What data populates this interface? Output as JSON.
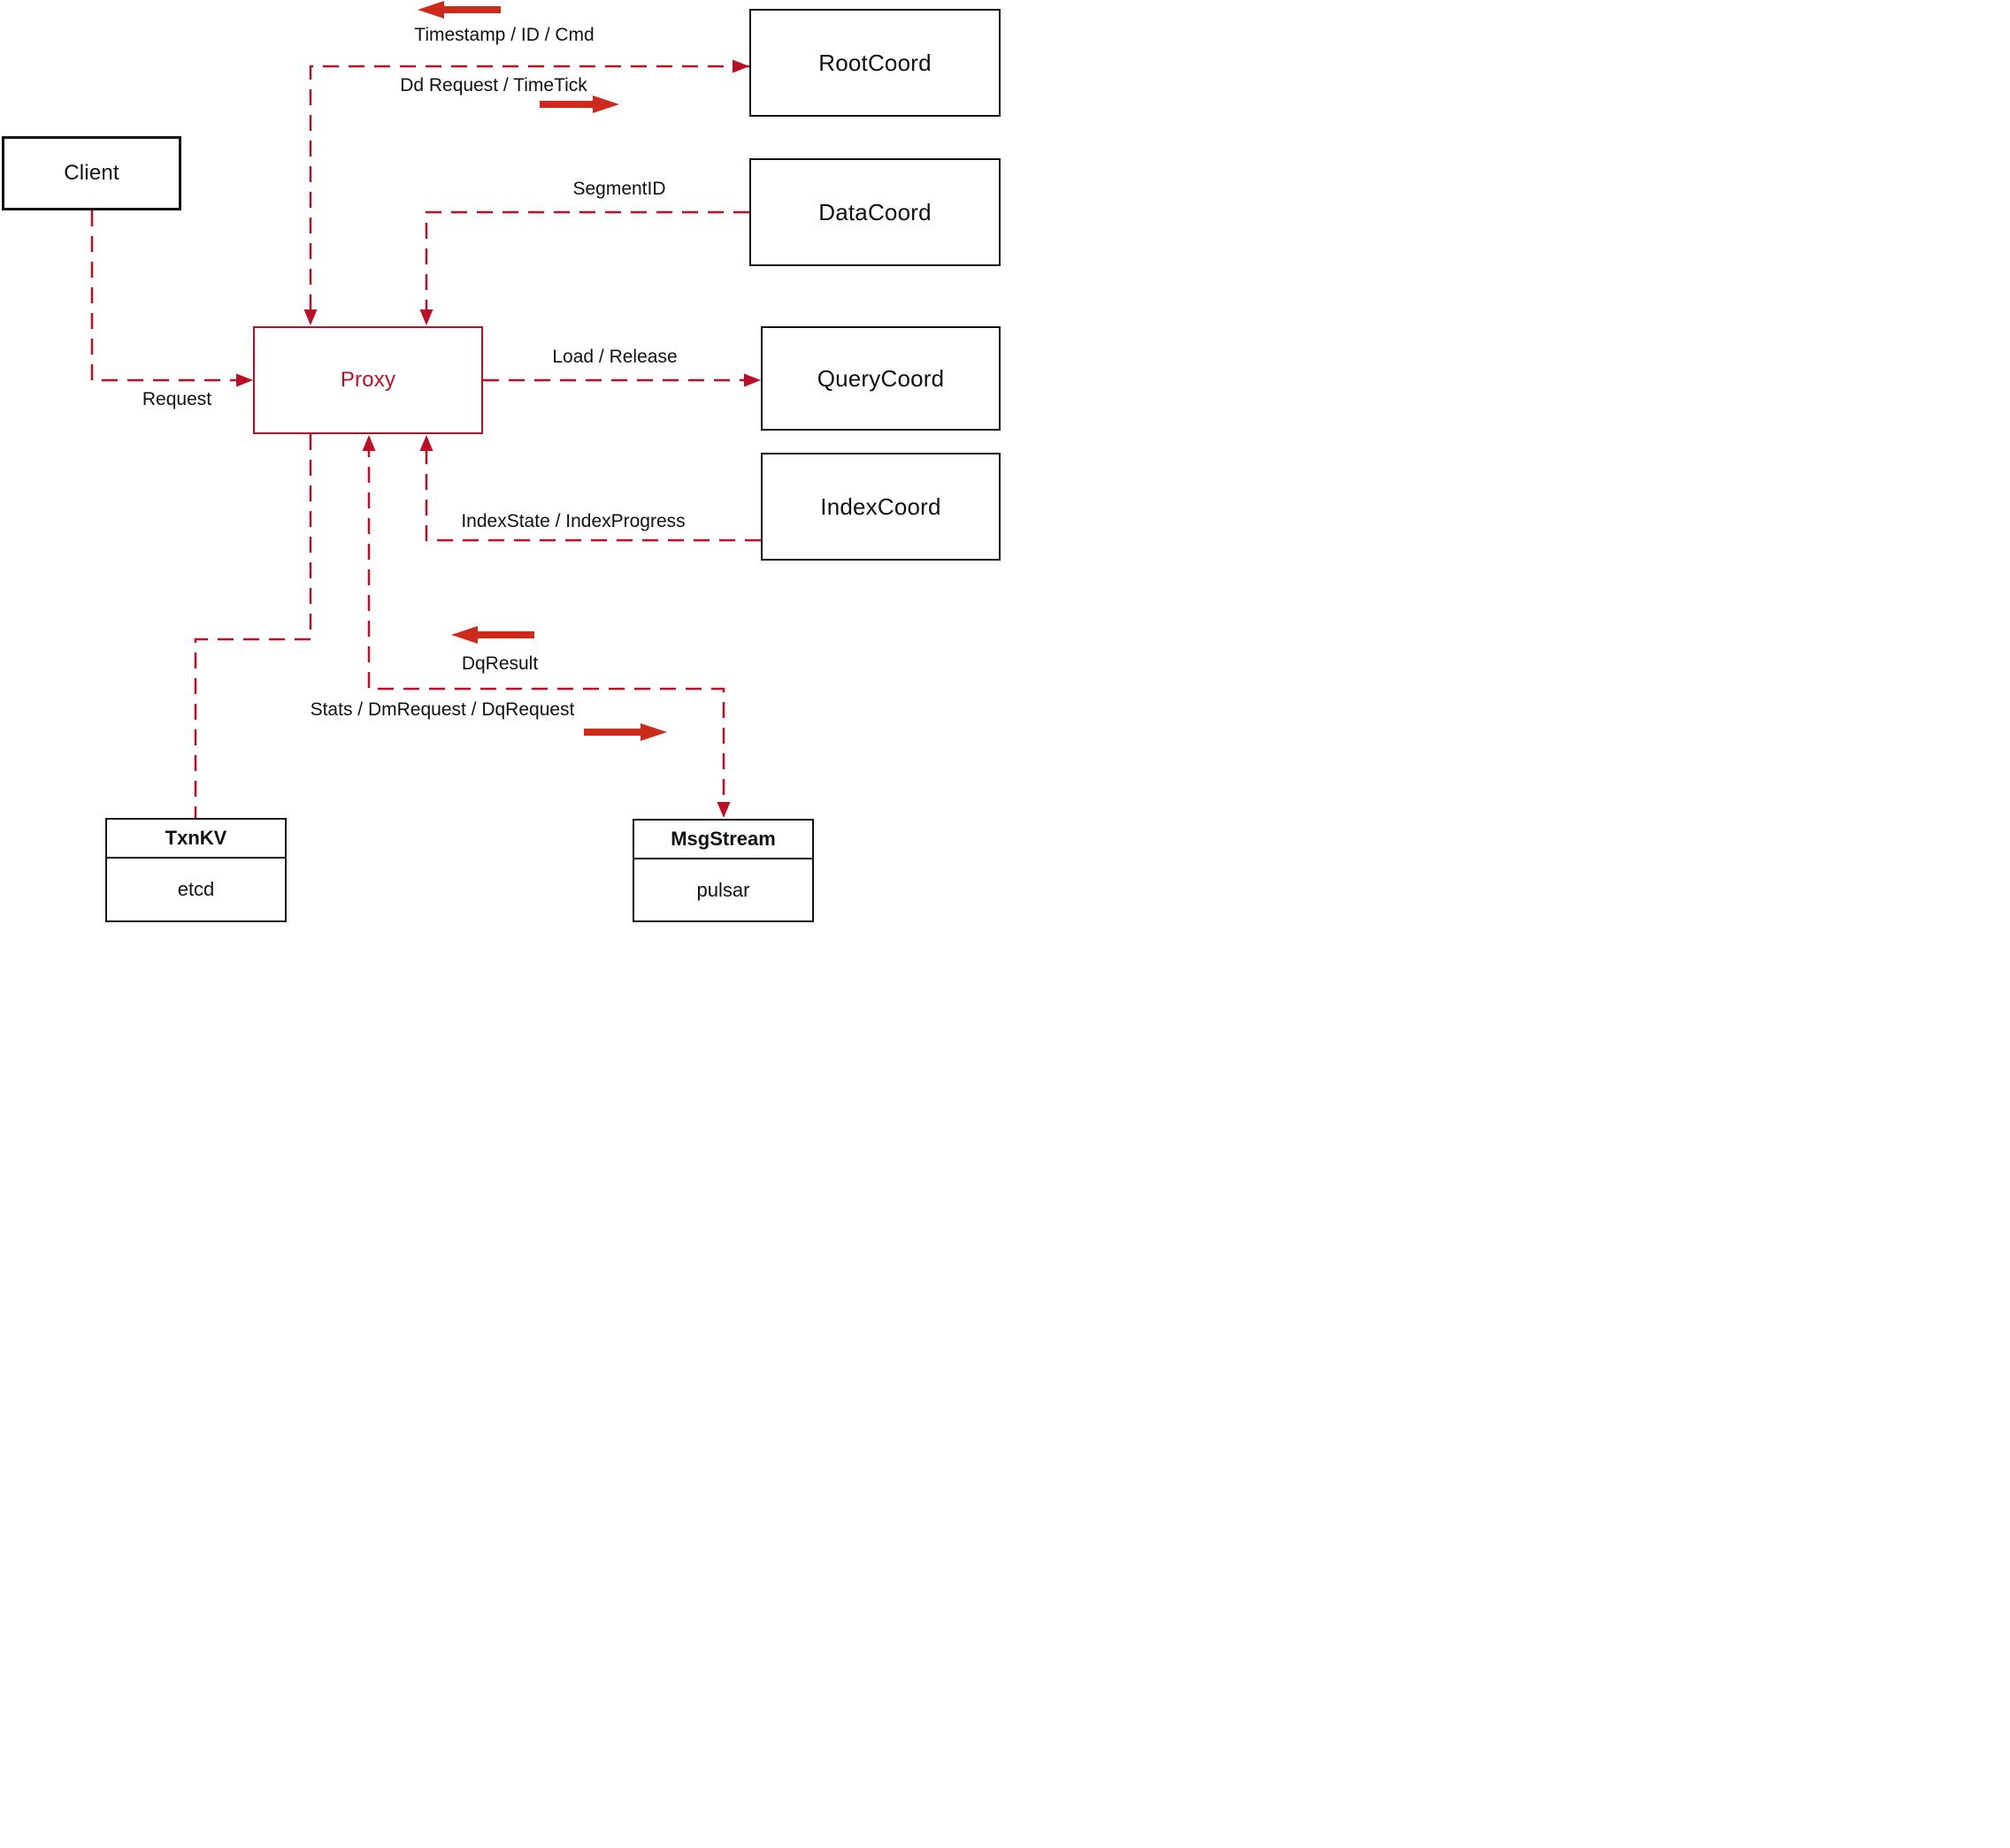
{
  "diagram": {
    "nodes": {
      "client": {
        "label": "Client"
      },
      "rootcoord": {
        "label": "RootCoord"
      },
      "datacoord": {
        "label": "DataCoord"
      },
      "querycoord": {
        "label": "QueryCoord"
      },
      "indexcoord": {
        "label": "IndexCoord"
      },
      "proxy": {
        "label": "Proxy"
      },
      "txnkv": {
        "header": "TxnKV",
        "body": "etcd"
      },
      "msgstream": {
        "header": "MsgStream",
        "body": "pulsar"
      }
    },
    "edge_labels": {
      "timestamp": "Timestamp / ID / Cmd",
      "dd_request": "Dd Request / TimeTick",
      "segment_id": "SegmentID",
      "request": "Request",
      "load_release": "Load / Release",
      "index_state": "IndexState / IndexProgress",
      "dq_result": "DqResult",
      "stats": "Stats / DmRequest / DqRequest"
    },
    "colors": {
      "dashed_line": "#be0e26",
      "solid_arrow": "#cd2a1b",
      "node_border": "#111111",
      "proxy_accent": "#be0e26",
      "text": "#111111"
    }
  }
}
